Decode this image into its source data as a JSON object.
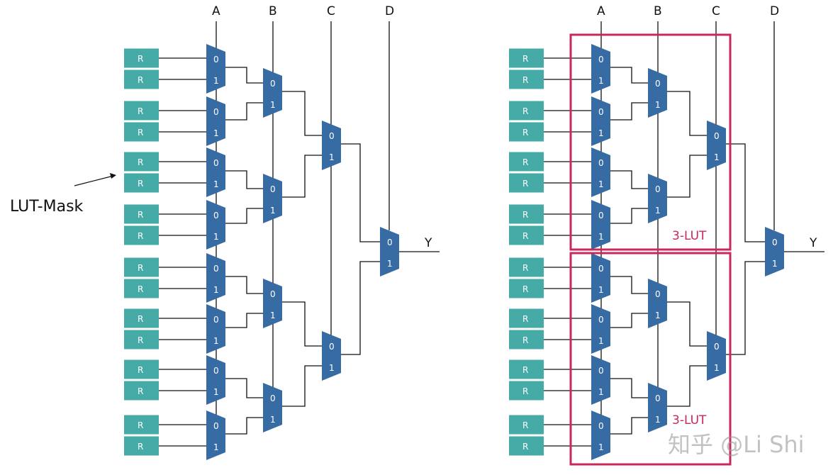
{
  "select_labels": [
    "A",
    "B",
    "C",
    "D"
  ],
  "output_label": "Y",
  "register_label": "R",
  "mux_input_labels": [
    "0",
    "1"
  ],
  "annotation": "LUT-Mask",
  "lut_box_labels": [
    "3-LUT",
    "3-LUT"
  ],
  "watermark": "知乎 @Li Shi",
  "colors": {
    "register": "#46aaa6",
    "mux": "#376ba3",
    "lut_box": "#c8285a",
    "wire": "#111111"
  }
}
